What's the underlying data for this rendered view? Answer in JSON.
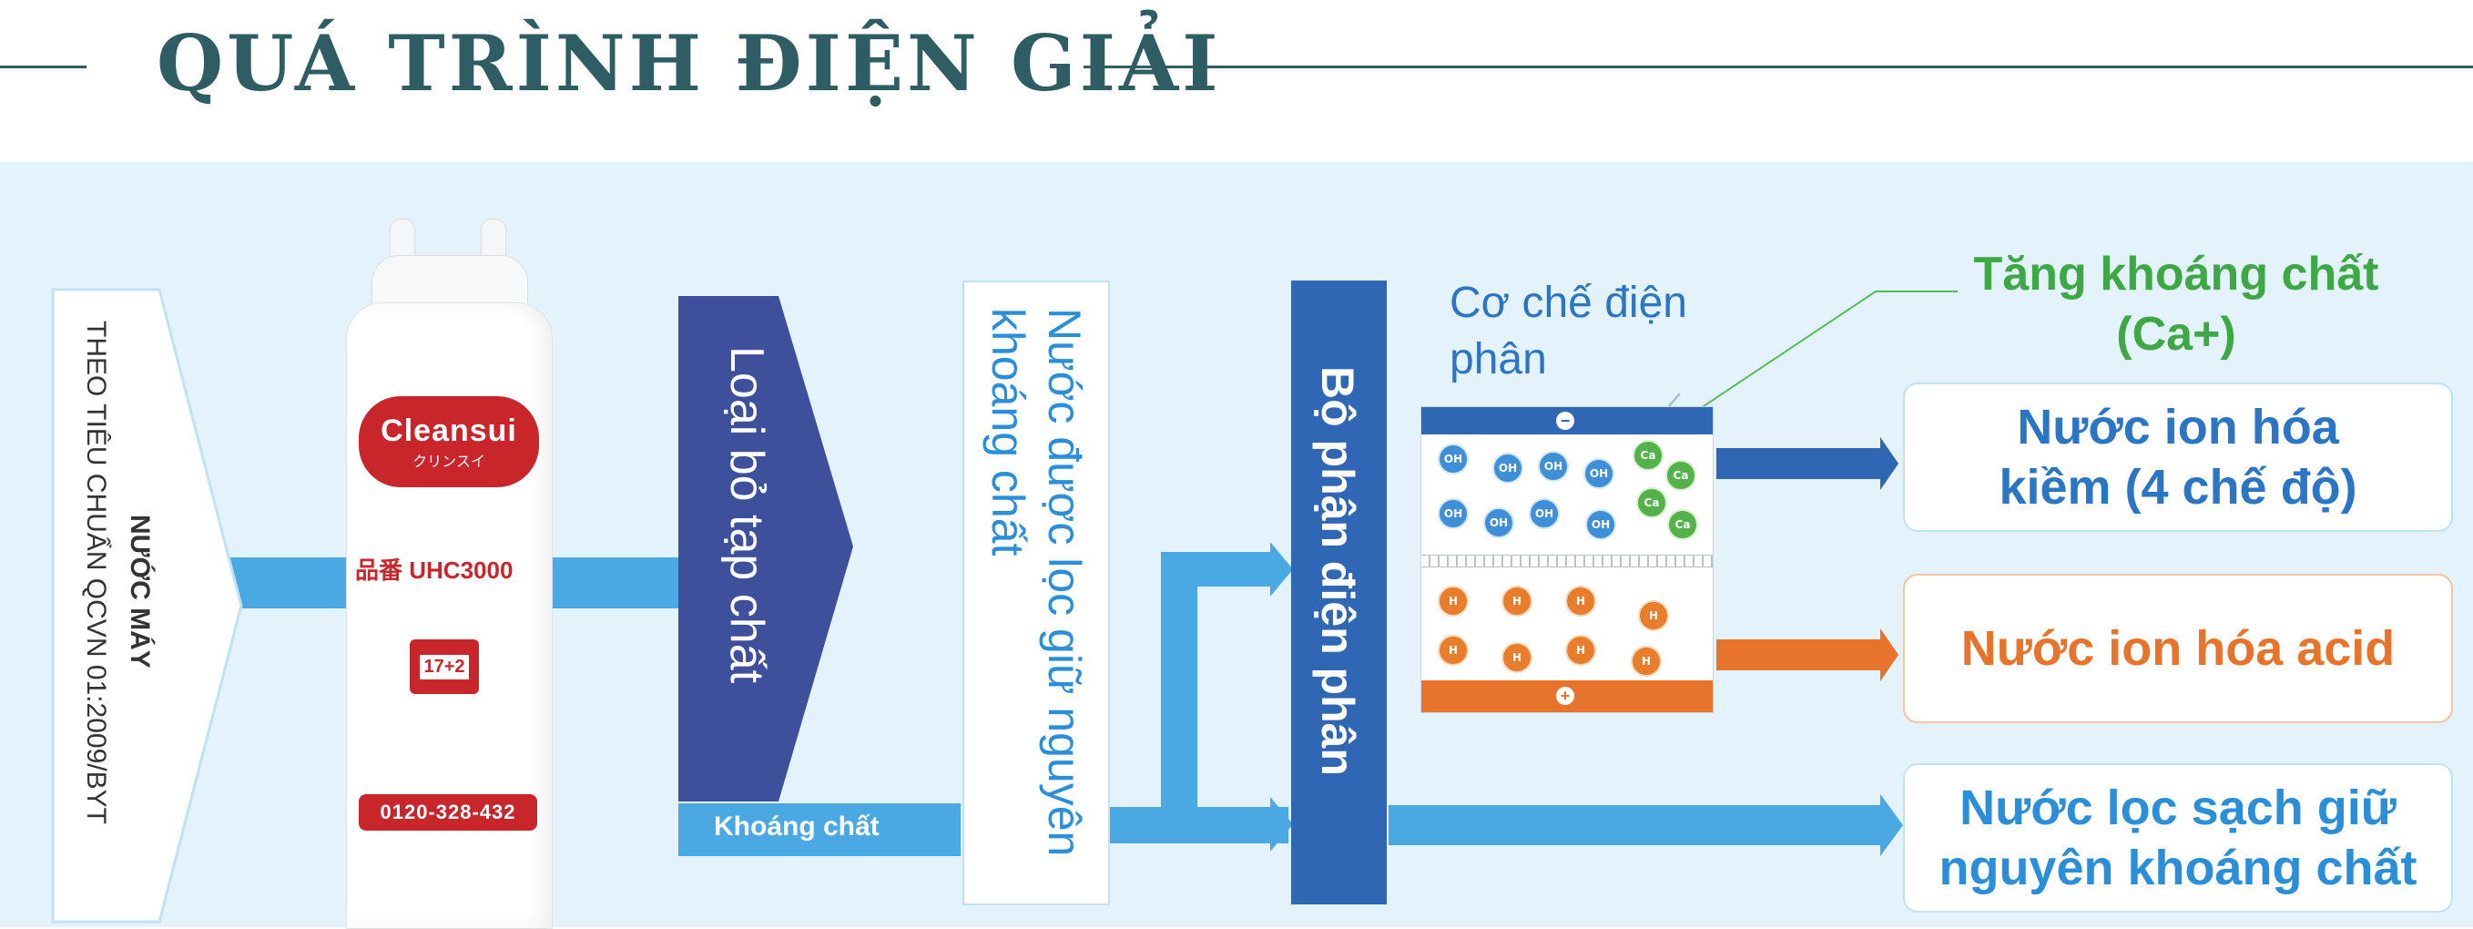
{
  "title": "QUÁ TRÌNH ĐIỆN GIẢI",
  "tap_water": {
    "title": "NƯỚC MÁY",
    "subtitle": "THEO TIÊU CHUẨN QCVN 01:2009/BYT"
  },
  "cartridge": {
    "brand": "Cleansui",
    "brand_jp": "クリンスイ",
    "model_prefix": "品番",
    "model": "UHC3000",
    "code": "17+2",
    "phone": "0120-328-432"
  },
  "stage_remove": "Loại bỏ tạp chất",
  "stage_filtered": "Nước được lọc giữ nguyên khoáng chất",
  "mineral_label": "Khoáng chất",
  "electrolysis_unit": "Bộ phận điện phân",
  "mechanism": {
    "label": "Cơ chế điện phân",
    "minus_sign": "−",
    "plus_sign": "+",
    "oh_label": "OH",
    "ca_label": "Ca",
    "h_label": "H"
  },
  "increase_minerals": "Tăng khoáng chất (Ca+)",
  "outputs": {
    "alkaline": "Nước ion hóa kiềm (4 chế độ)",
    "acid": "Nước ion hóa acid",
    "filtered": "Nước lọc sạch giữ nguyên khoáng chất"
  },
  "colors": {
    "title": "#2e5d63",
    "flow_blue": "#4aa8e2",
    "navy": "#3e4f9c",
    "unit_blue": "#2f67b5",
    "text_blue": "#2a76c4",
    "green": "#3ea845",
    "orange": "#e8732a",
    "background": "#e3f2fb"
  },
  "icons": [
    "oh-ion-icon",
    "ca-ion-icon",
    "h-ion-icon",
    "arrow-right-icon"
  ]
}
